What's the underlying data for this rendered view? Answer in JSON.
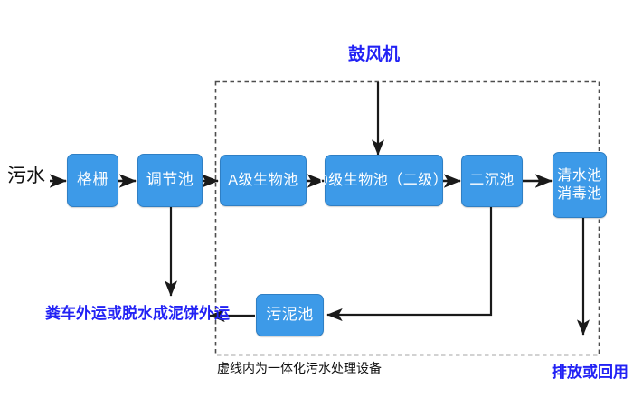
{
  "diagram": {
    "title_note": "虚线内为一体化污水处理设备",
    "colors": {
      "node_fill": "#3d9ae8",
      "node_border": "#2f7fc4",
      "node_text": "#ffffff",
      "blue_label": "#2222f5",
      "black_label": "#111111",
      "arrow": "#1a1a1a",
      "dashed_border": "#4d4d4d",
      "background": "#ffffff"
    },
    "nodes": [
      {
        "id": "grille",
        "label": "格栅",
        "label2": ""
      },
      {
        "id": "regulate",
        "label": "调节池",
        "label2": ""
      },
      {
        "id": "a-bio",
        "label": "A级生物池",
        "label2": ""
      },
      {
        "id": "o-bio",
        "label": "0级生物池（二级）",
        "label2": ""
      },
      {
        "id": "secondary",
        "label": "二沉池",
        "label2": ""
      },
      {
        "id": "clearwater",
        "label": "清水池",
        "label2": "消毒池"
      },
      {
        "id": "sludge",
        "label": "污泥池",
        "label2": ""
      }
    ],
    "labels": {
      "inlet": "污水",
      "blower": "鼓风机",
      "sludge_disposal": "粪车外运或脱水成泥饼外运",
      "caption": "虚线内为一体化污水处理设备",
      "outlet": "排放或回用"
    }
  }
}
